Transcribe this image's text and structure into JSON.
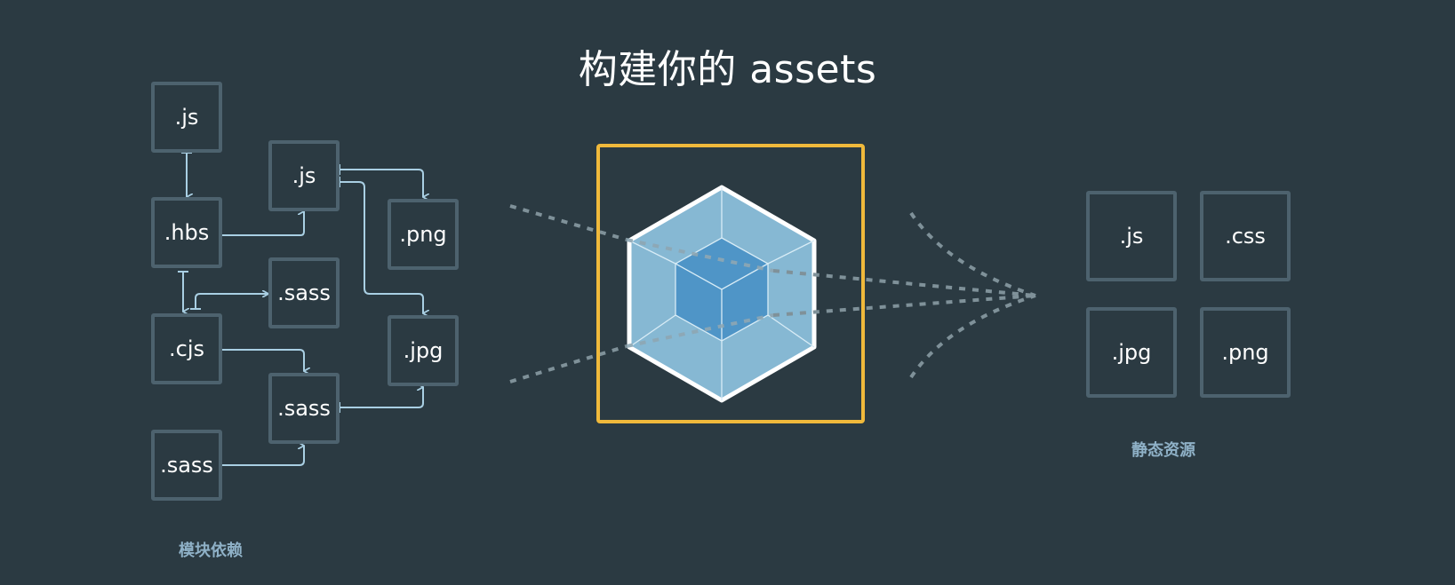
{
  "title": "构建你的 assets",
  "modules": {
    "caption": "模块依赖",
    "boxes": [
      {
        "id": "js-top",
        "label": ".js"
      },
      {
        "id": "hbs",
        "label": ".hbs"
      },
      {
        "id": "cjs",
        "label": ".cjs"
      },
      {
        "id": "sass-bottom",
        "label": ".sass"
      },
      {
        "id": "js-mid",
        "label": ".js"
      },
      {
        "id": "sass-a",
        "label": ".sass"
      },
      {
        "id": "sass-b",
        "label": ".sass"
      },
      {
        "id": "png",
        "label": ".png"
      },
      {
        "id": "jpg",
        "label": ".jpg"
      }
    ]
  },
  "bundler": {
    "logo_icon": "webpack-cube-icon",
    "frame_color": "#f0b93b"
  },
  "static_assets": {
    "caption": "静态资源",
    "boxes": [
      {
        "id": "out-js",
        "label": ".js"
      },
      {
        "id": "out-css",
        "label": ".css"
      },
      {
        "id": "out-jpg",
        "label": ".jpg"
      },
      {
        "id": "out-png",
        "label": ".png"
      }
    ]
  },
  "colors": {
    "background": "#2b3a42",
    "box_border": "#4d626e",
    "arrow": "#a9cfe3",
    "dots": "#7f9199",
    "cube_light": "#8ec3e0",
    "cube_dark": "#4f95c7"
  }
}
